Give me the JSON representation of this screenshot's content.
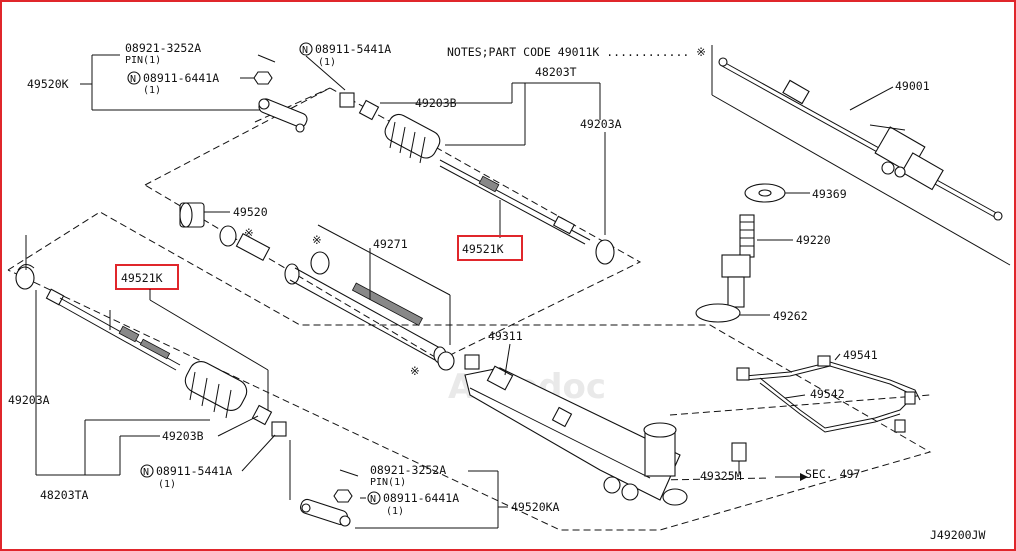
{
  "watermark": "Autodoc",
  "notes": "NOTES;PART CODE 49011K ............ ※",
  "corner_code": "J49200JW",
  "colors": {
    "highlight": "#e0262b",
    "line": "#111111"
  },
  "labels": {
    "l49001": "49001",
    "l49369": "49369",
    "l49220": "49220",
    "l49262": "49262",
    "l49541": "49541",
    "l49542": "49542",
    "l49325m": "49325M",
    "sec497": "SEC. 497",
    "l49311": "49311",
    "l49271": "49271",
    "l49520": "49520",
    "l48203t": "48203T",
    "l49203b_top": "49203B",
    "l49203a_top": "49203A",
    "l49521k_top": "49521K",
    "l49520k": "49520K",
    "l08921_top": "08921-3252A",
    "pin_top": "PIN(1)",
    "n_top1": "08911-6441A",
    "q_top1": "(1)",
    "n_top2": "08911-5441A",
    "q_top2": "(1)",
    "l49521k_left": "49521K",
    "l49203a_left": "49203A",
    "l49203b_left": "49203B",
    "l48203ta": "48203TA",
    "n_bot1": "08911-5441A",
    "q_bot1": "(1)",
    "l08921_bot": "08921-3252A",
    "pin_bot": "PIN(1)",
    "n_bot2": "08911-6441A",
    "q_bot2": "(1)",
    "l49520ka": "49520KA"
  }
}
